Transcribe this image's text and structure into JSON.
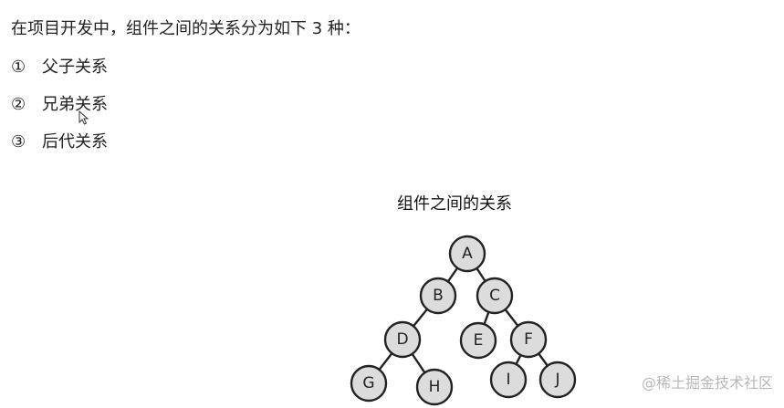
{
  "intro": "在项目开发中，组件之间的关系分为如下 3 种：",
  "relations": [
    {
      "num": "①",
      "label": "父子关系"
    },
    {
      "num": "②",
      "label": "兄弟关系"
    },
    {
      "num": "③",
      "label": "后代关系"
    }
  ],
  "diagram": {
    "title": "组件之间的关系",
    "nodes": [
      "A",
      "B",
      "C",
      "D",
      "E",
      "F",
      "G",
      "H",
      "I",
      "J"
    ],
    "edges": [
      [
        "A",
        "B"
      ],
      [
        "A",
        "C"
      ],
      [
        "B",
        "D"
      ],
      [
        "C",
        "E"
      ],
      [
        "C",
        "F"
      ],
      [
        "D",
        "G"
      ],
      [
        "D",
        "H"
      ],
      [
        "F",
        "I"
      ],
      [
        "F",
        "J"
      ]
    ]
  },
  "watermark": "@稀土掘金技术社区",
  "colors": {
    "node_fill": "#dcdcdc",
    "node_stroke": "#222222",
    "text": "#222222",
    "watermark": "#b8b8b8"
  }
}
